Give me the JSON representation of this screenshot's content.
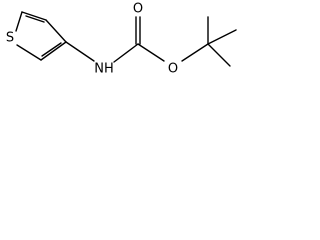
{
  "molecule": {
    "atoms": {
      "sulfur": "S",
      "nitrogen_h": "NH",
      "carbonyl_oxygen": "O",
      "ester_oxygen": "O"
    }
  }
}
